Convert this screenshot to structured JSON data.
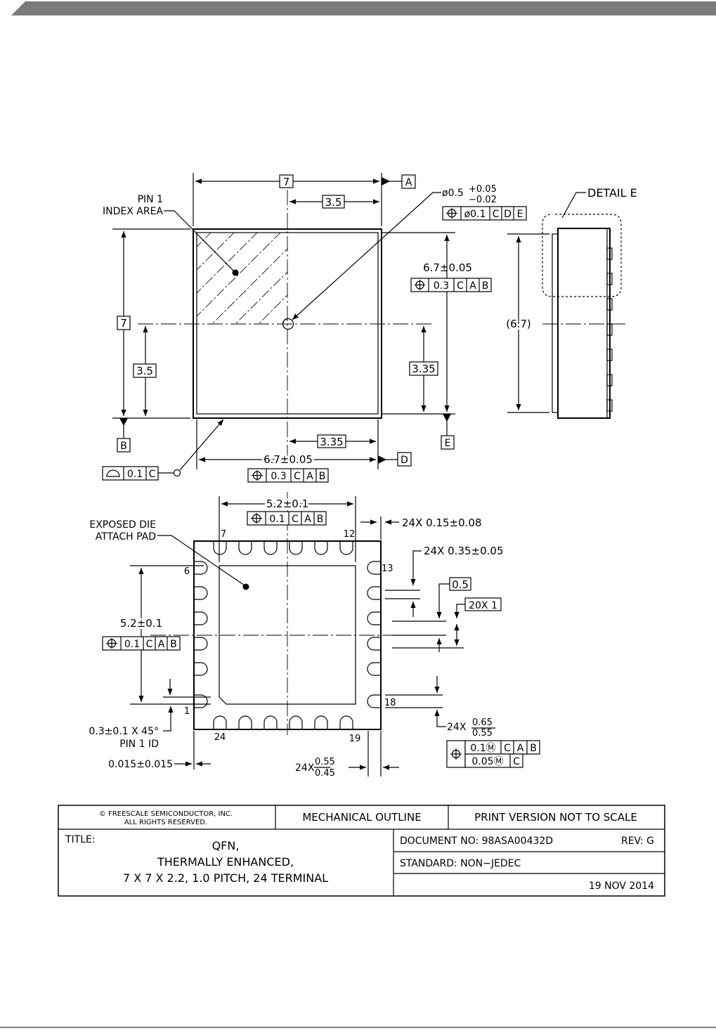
{
  "top_view": {
    "width_total": "7",
    "datum_a": "A",
    "half_width": "3.5",
    "pin1_label_line1": "PIN 1",
    "pin1_label_line2": "INDEX AREA",
    "hole_dia": "ø0.5",
    "hole_tol_plus": "+0.05",
    "hole_tol_minus": "−0.02",
    "hole_fcf": [
      "ø0.1",
      "C",
      "D",
      "E"
    ],
    "height_total": "7",
    "half_height": "3.5",
    "datum_b": "B",
    "inner_height": "6.7±0.05",
    "inner_height_fcf": [
      "0.3",
      "C",
      "A",
      "B"
    ],
    "inner_half_height": "3.35",
    "datum_e": "E",
    "inner_half_width": "3.35",
    "datum_d": "D",
    "inner_width": "6.7±0.05",
    "inner_width_fcf": [
      "0.3",
      "C",
      "A",
      "B"
    ],
    "profile_fcf": [
      "0.1",
      "C"
    ]
  },
  "side_view": {
    "detail_label": "DETAIL E",
    "height_ref": "(6.7)"
  },
  "bottom_view": {
    "pad_width": "5.2±0.1",
    "pad_width_fcf": [
      "0.1",
      "C",
      "A",
      "B"
    ],
    "exposed_line1": "EXPOSED DIE",
    "exposed_line2": "ATTACH PAD",
    "lead_thick": "24X 0.15±0.08",
    "lead_width": "24X 0.35±0.05",
    "half_pitch": "0.5",
    "pitch": "20X 1",
    "pad_height": "5.2±0.1",
    "pad_height_fcf": [
      "0.1",
      "C",
      "A",
      "B"
    ],
    "chamfer": "0.3±0.1 X 45°",
    "pin1_id": "PIN 1 ID",
    "edge_offset": "0.015±0.015",
    "lead_len_prefix": "24X",
    "lead_len_max": "0.55",
    "lead_len_min": "0.45",
    "lead_len2_prefix": "24X",
    "lead_len2_max": "0.65",
    "lead_len2_min": "0.55",
    "lead_fcf_row1": [
      "0.1Ⓜ",
      "C",
      "A",
      "B"
    ],
    "lead_fcf_row2": [
      "0.05Ⓜ",
      "C"
    ],
    "pin_numbers": {
      "p1": "1",
      "p6": "6",
      "p7": "7",
      "p12": "12",
      "p13": "13",
      "p18": "18",
      "p19": "19",
      "p24": "24"
    }
  },
  "title_block": {
    "copyright_line1": "© FREESCALE SEMICONDUCTOR, INC.",
    "copyright_line2": "ALL RIGHTS RESERVED.",
    "outline": "MECHANICAL OUTLINE",
    "print_note": "PRINT VERSION NOT TO SCALE",
    "title_label": "TITLE:",
    "title_line1": "QFN,",
    "title_line2": "THERMALLY ENHANCED,",
    "title_line3": "7 X 7 X 2.2, 1.0 PITCH, 24 TERMINAL",
    "document_no": "DOCUMENT NO: 98ASA00432D",
    "rev": "REV:  G",
    "standard": "STANDARD: NON−JEDEC",
    "date": "19 NOV 2014"
  }
}
